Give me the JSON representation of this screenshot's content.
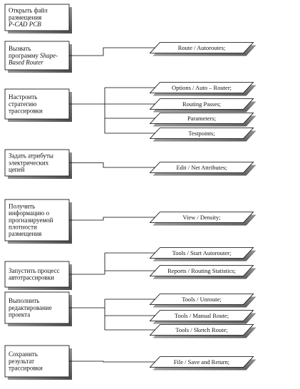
{
  "steps": [
    {
      "lines": [
        {
          "text": "Открыть файл"
        },
        {
          "text": "размещения"
        },
        {
          "text": "P-CAD PCB",
          "italic": true
        }
      ],
      "commands": []
    },
    {
      "lines": [
        {
          "text": "Вызвать"
        },
        {
          "text": "программу ",
          "tail": "Shape-",
          "tailItalic": true
        },
        {
          "text": "Based Router",
          "italic": true
        }
      ],
      "commands": [
        "Route / Autoroutes;"
      ]
    },
    {
      "lines": [
        {
          "text": "Настроить"
        },
        {
          "text": "стратегию"
        },
        {
          "text": "трассировки"
        }
      ],
      "commands": [
        "Options / Auto – Router;",
        "Routing Passes;",
        "Parameters;",
        "Testpoints;"
      ]
    },
    {
      "lines": [
        {
          "text": "Задать атрибуты"
        },
        {
          "text": "электрических"
        },
        {
          "text": "цепей"
        }
      ],
      "commands": [
        "Edit / Net Attributes;"
      ]
    },
    {
      "lines": [
        {
          "text": "Получить"
        },
        {
          "text": "информацию о"
        },
        {
          "text": "прогназируемой"
        },
        {
          "text": "плотности"
        },
        {
          "text": "размещения"
        }
      ],
      "commands": [
        "View / Density;"
      ]
    },
    {
      "lines": [
        {
          "text": "Запустить процесс"
        },
        {
          "text": "автотрассировки"
        }
      ],
      "commands": [
        "Tools / Start Autorouter;",
        "Reports / Routing Statistics;"
      ]
    },
    {
      "lines": [
        {
          "text": "Выполнить"
        },
        {
          "text": "редактирование"
        },
        {
          "text": "проекта"
        }
      ],
      "commands": [
        "Tools / Unroute;",
        "Tools / Manual Route;",
        "Tools / Sketch Route;"
      ]
    },
    {
      "lines": [
        {
          "text": "Сохранить"
        },
        {
          "text": "результат"
        },
        {
          "text": "трассировки"
        }
      ],
      "commands": [
        "File / Save and Return;"
      ]
    }
  ],
  "colors": {
    "box_fill": "#ffffff",
    "stroke": "#000000",
    "shadow": "#8c8c8c",
    "shadow_dark": "#5a5a5a"
  }
}
